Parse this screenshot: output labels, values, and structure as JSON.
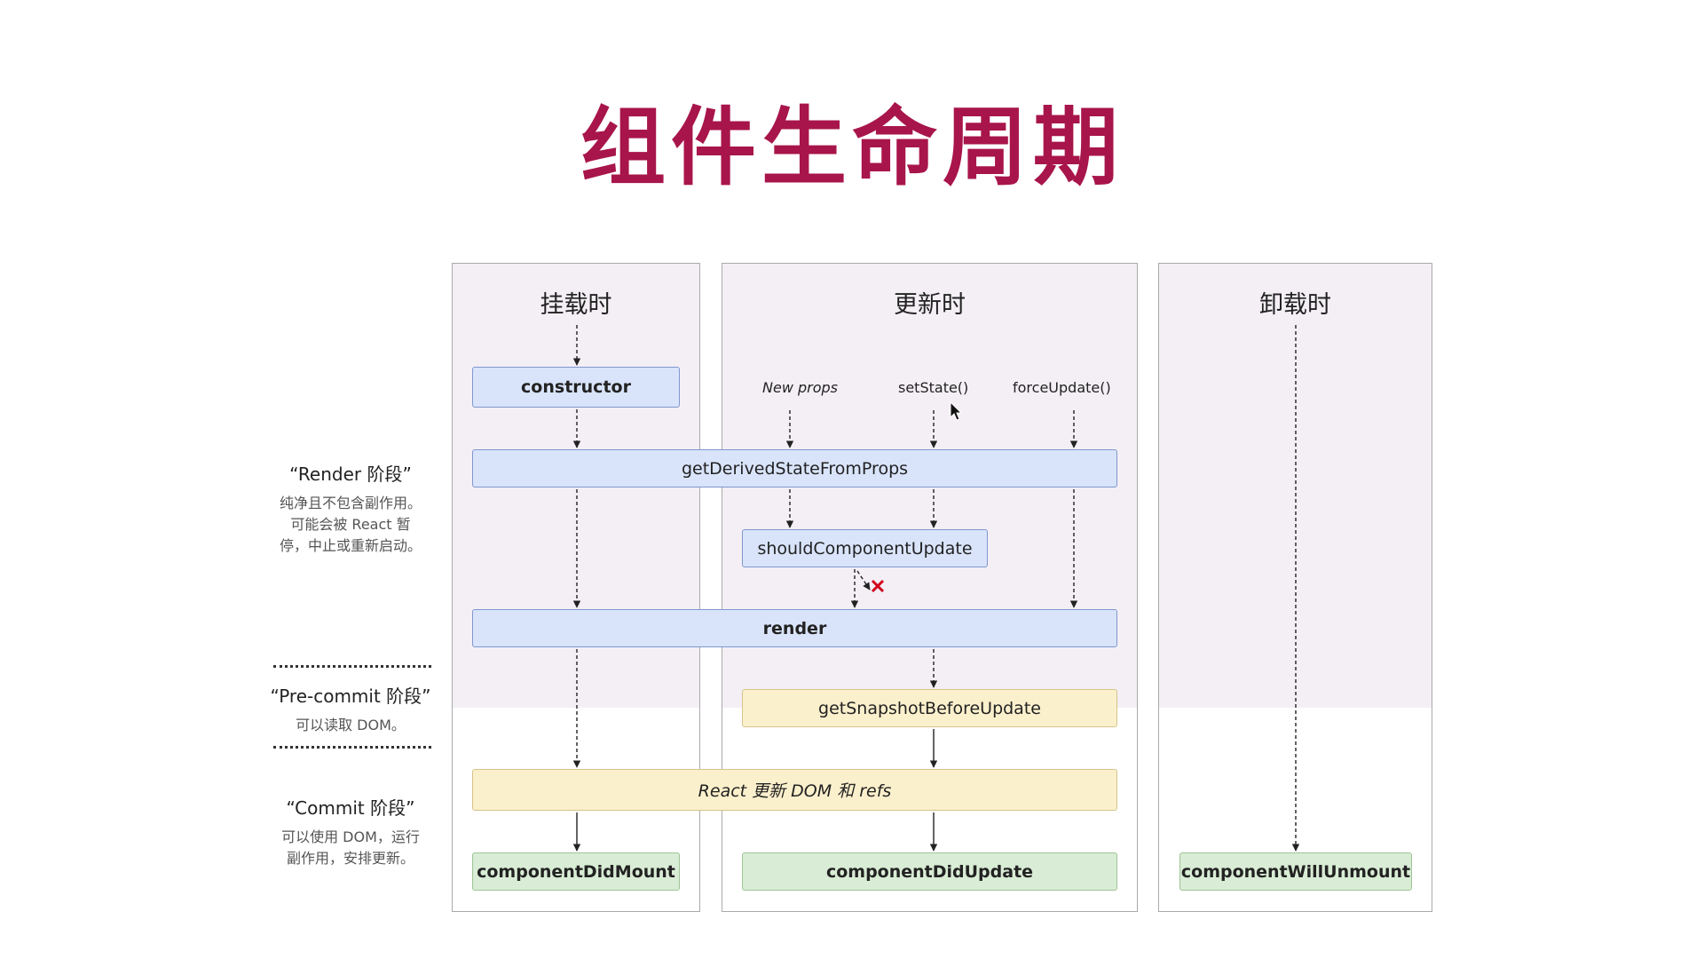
{
  "title": "组件生命周期",
  "phases": {
    "render": {
      "name": "“Render 阶段”",
      "desc": [
        "纯净且不包含副作用。",
        "可能会被 React 暂",
        "停，中止或重新启动。"
      ]
    },
    "precommit": {
      "name": "“Pre-commit 阶段”",
      "desc": [
        "可以读取 DOM。"
      ]
    },
    "commit": {
      "name": "“Commit 阶段”",
      "desc": [
        "可以使用 DOM，运行",
        "副作用，安排更新。"
      ]
    }
  },
  "columns": {
    "mount": {
      "title": "挂载时"
    },
    "update": {
      "title": "更新时"
    },
    "unmount": {
      "title": "卸载时"
    }
  },
  "triggers": {
    "new_props": "New props",
    "set_state": "setState()",
    "force_update": "forceUpdate()"
  },
  "methods": {
    "constructor": "constructor",
    "get_derived_state": "getDerivedStateFromProps",
    "should_update": "shouldComponentUpdate",
    "render": "render",
    "get_snapshot": "getSnapshotBeforeUpdate",
    "react_updates": "React 更新 DOM 和 refs",
    "did_mount": "componentDidMount",
    "did_update": "componentDidUpdate",
    "will_unmount": "componentWillUnmount"
  },
  "colors": {
    "title": "#a8154a",
    "render_phase_bg": "#f4eff5",
    "blue_box": "#d9e4fb",
    "yellow_box": "#fbf0cc",
    "green_box": "#d9ecd5",
    "cancel_mark": "#d0021b"
  }
}
